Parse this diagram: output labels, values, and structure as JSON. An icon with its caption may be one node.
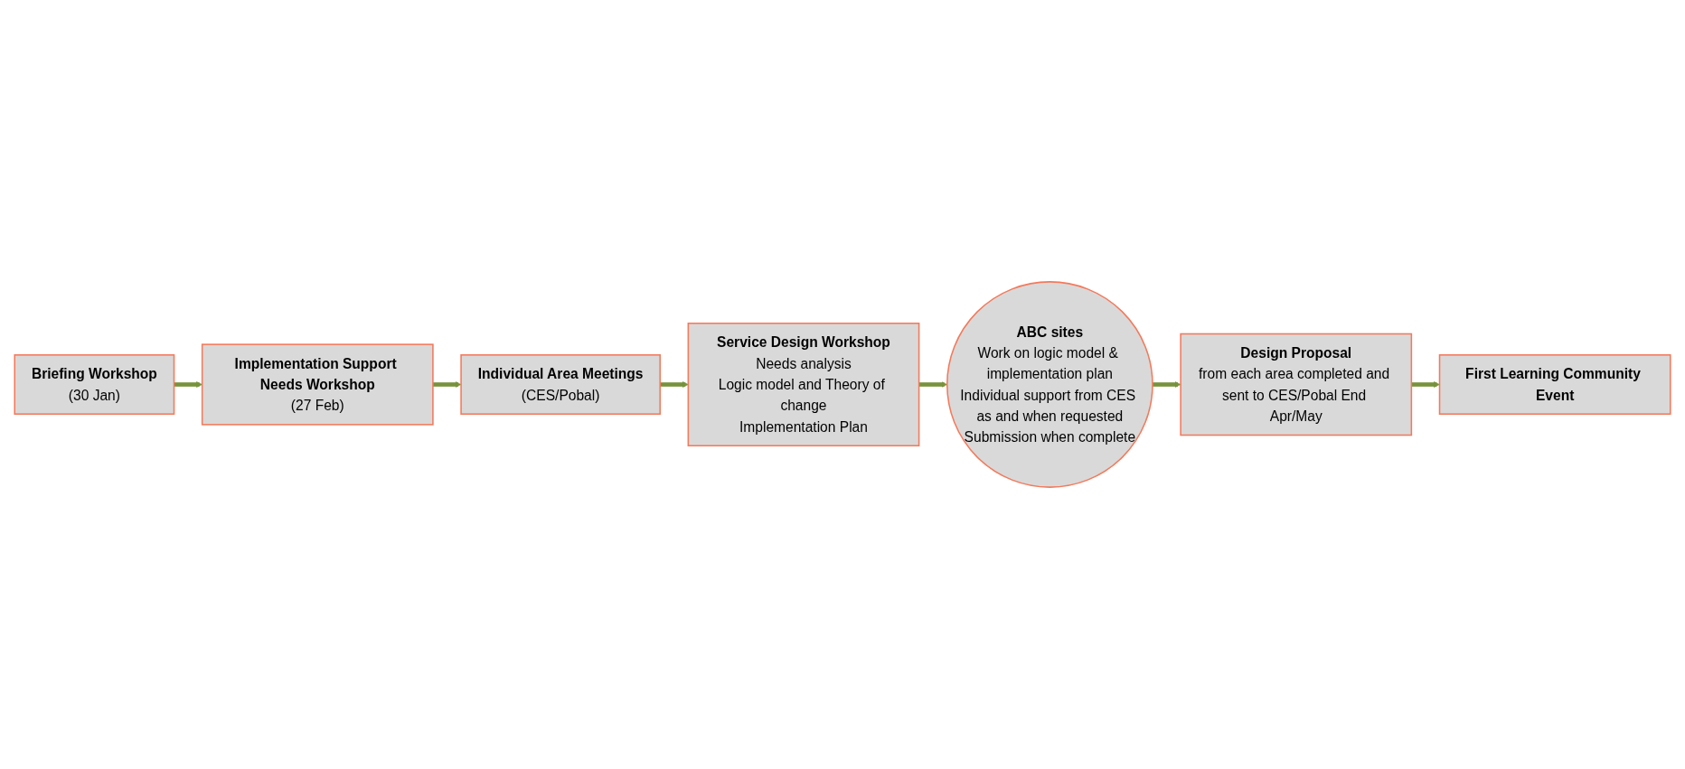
{
  "diagram": {
    "nodes": [
      {
        "text": [
          "Briefing Workshop",
          "(30 Jan)"
        ]
      },
      {
        "text": [
          "Implementation Support Needs Workshop",
          "(27 Feb)"
        ]
      },
      {
        "text": [
          "Individual Area Meetings",
          "(CES/Pobal)"
        ]
      },
      {
        "text": [
          "Service Design Workshop",
          "Needs analysis",
          "Logic model and Theory of change",
          "Implementation Plan"
        ]
      },
      {
        "text": [
          "ABC sites",
          "Work on logic model & implementation plan",
          "Individual support from CES as and when requested",
          "Submission when complete"
        ]
      },
      {
        "text": [
          "Design Proposal",
          "from each area completed and sent to CES/Pobal End Apr/May"
        ]
      },
      {
        "text": [
          "First Learning Community Event"
        ]
      }
    ],
    "edges": [
      {
        "from": 0,
        "to": 1,
        "arrow": "to"
      },
      {
        "from": 1,
        "to": 2,
        "arrow": "to"
      },
      {
        "from": 2,
        "to": 3,
        "arrow": "to"
      },
      {
        "from": 3,
        "to": 4,
        "arrow": "to"
      },
      {
        "from": 4,
        "to": 5,
        "arrow": "to"
      },
      {
        "from": 5,
        "to": 6,
        "arrow": "to"
      }
    ]
  }
}
